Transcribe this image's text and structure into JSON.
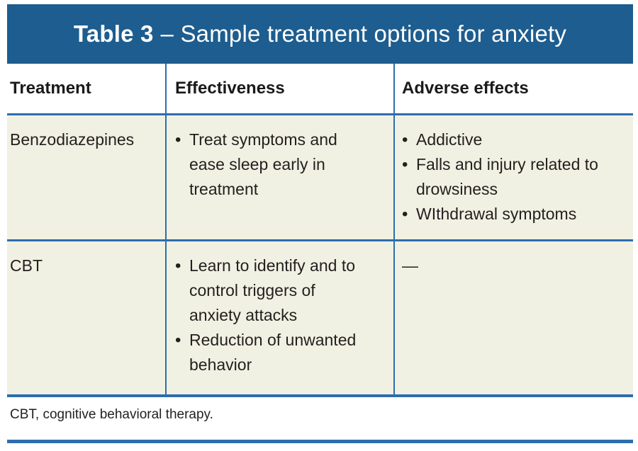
{
  "title": {
    "number": "Table 3",
    "text": "– Sample treatment options for anxiety"
  },
  "icons": {
    "bullet": "•"
  },
  "table": {
    "columns": [
      "Treatment",
      "Effectiveness",
      "Adverse effects"
    ],
    "rows": [
      {
        "treatment": "Benzodiazepines",
        "effectiveness": [
          "Treat symptoms and ease sleep early in treatment"
        ],
        "adverse_effects": [
          "Addictive",
          "Falls and injury related to drowsiness",
          "WIthdrawal symptoms"
        ]
      },
      {
        "treatment": "CBT",
        "effectiveness": [
          "Learn to identify and to control triggers of anxiety attacks",
          "Reduction of unwanted behavior"
        ],
        "adverse_effects": [],
        "no_adverse_effects_marker": "—"
      }
    ]
  },
  "footnote": "CBT, cognitive behavioral therapy.",
  "colors": {
    "banner_bg": "#1d5d8f",
    "title_text": "#ffffff",
    "rule_blue": "#2e6dad",
    "row_bg": "#f0f1e2",
    "text": "#231f20"
  }
}
